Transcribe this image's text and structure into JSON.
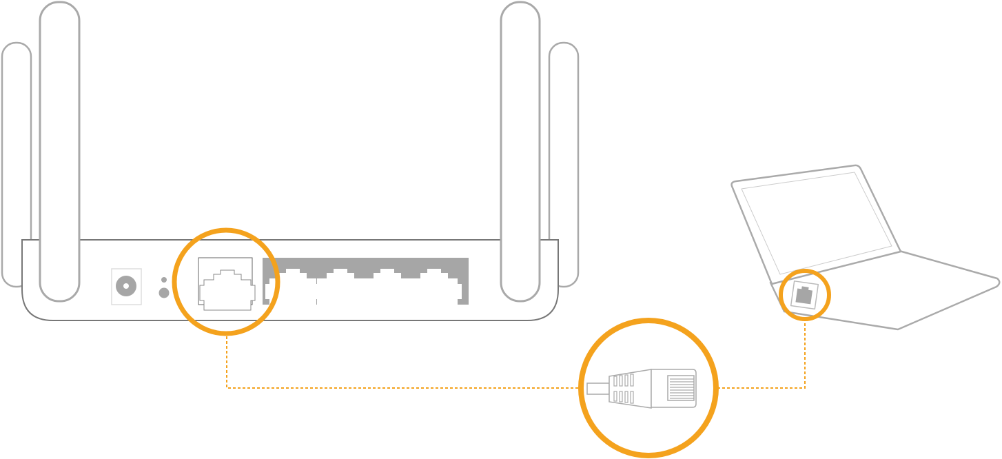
{
  "colors": {
    "highlight": "#f4a21d",
    "outline": "#a9a9a9",
    "port_fill": "#a6a6a6",
    "body_outline": "#777777"
  },
  "icons": {
    "router": "router-icon",
    "laptop": "laptop-icon",
    "cable": "ethernet-cable-icon"
  },
  "diagram": {
    "router_lan_ports": 4,
    "router_wan_ports": 1,
    "antennas": 4
  }
}
